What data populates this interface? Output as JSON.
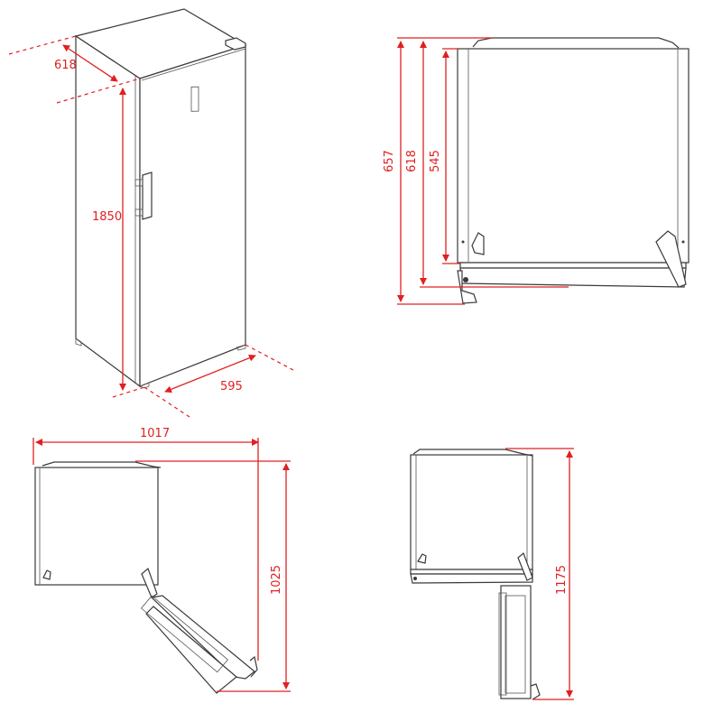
{
  "colors": {
    "dimension_red": "#e02020",
    "outline": "#3a3a3a",
    "background": "#ffffff"
  },
  "views": {
    "isometric": {
      "depth_label": "618",
      "height_label": "1850",
      "width_label": "595"
    },
    "top_closed": {
      "depth_with_handle_label": "657",
      "depth_label": "618",
      "body_depth_label": "545"
    },
    "top_open_90": {
      "width_open_label": "1017",
      "depth_open_label": "1025"
    },
    "top_open_full": {
      "depth_open_label": "1175"
    }
  }
}
